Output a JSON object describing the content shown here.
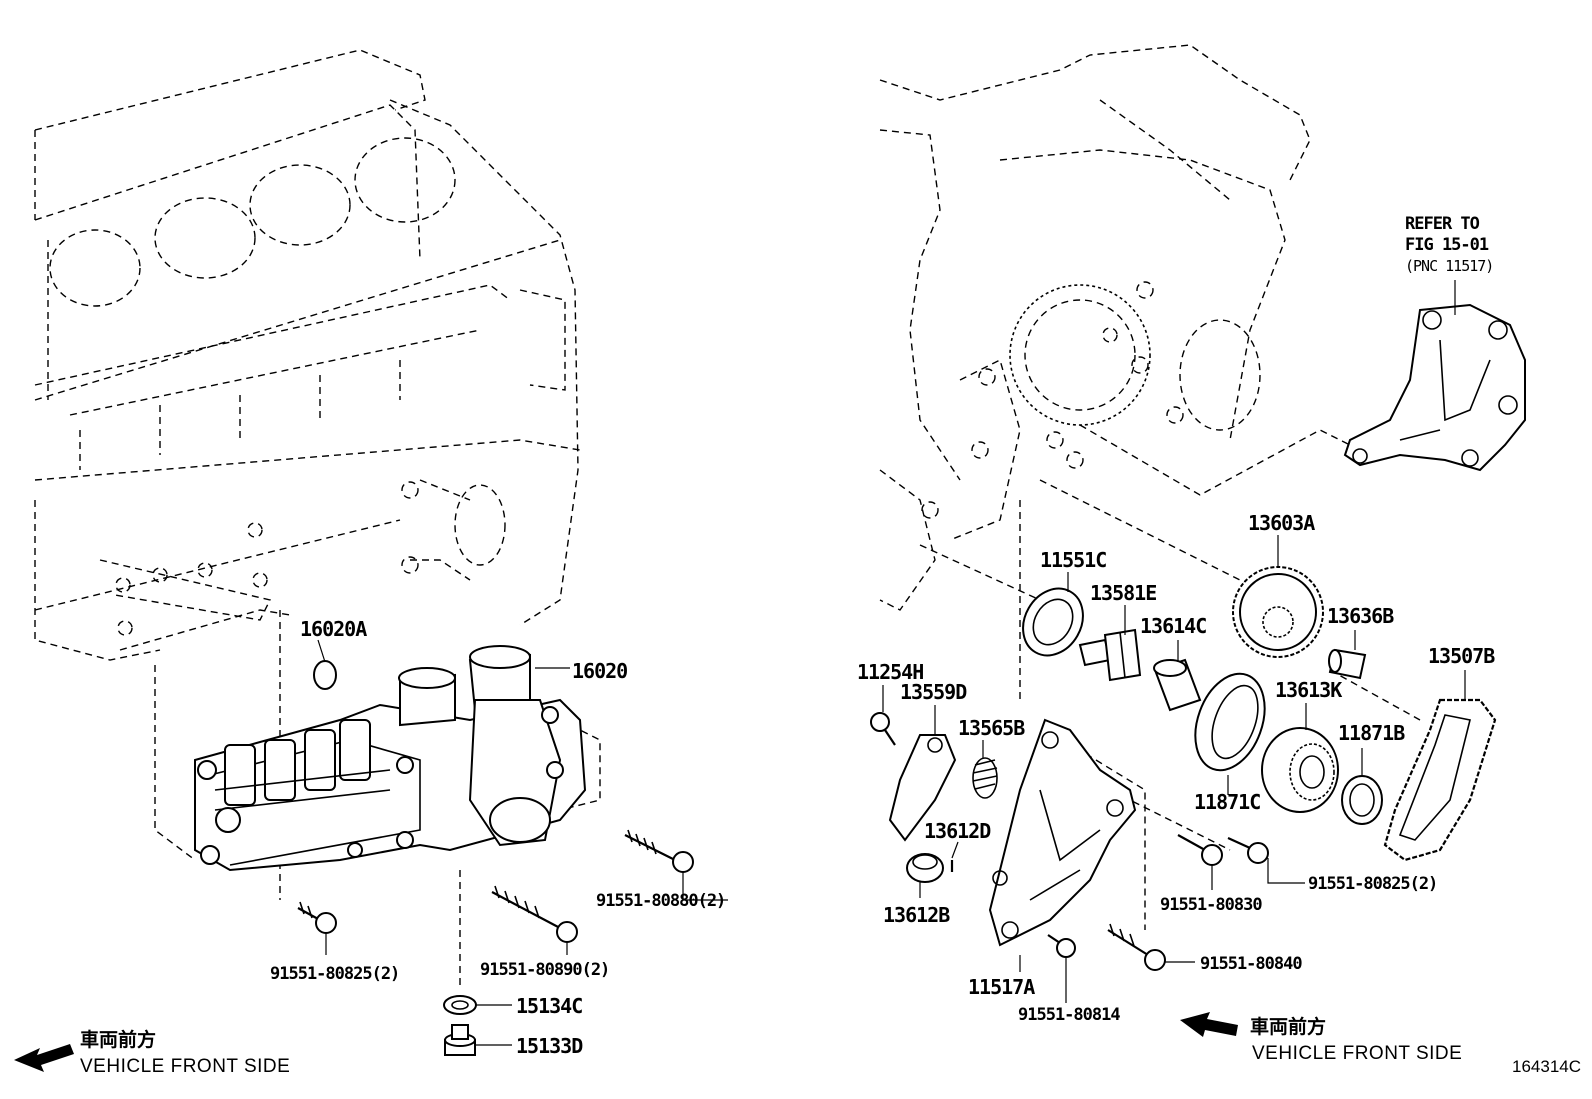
{
  "figure_id": "164314C",
  "refer_note": {
    "line1": "REFER TO",
    "line2": "FIG 15-01",
    "line3": "(PNC 11517)"
  },
  "front_left": {
    "jp": "車両前方",
    "en": "VEHICLE FRONT SIDE"
  },
  "front_right": {
    "jp": "車両前方",
    "en": "VEHICLE FRONT SIDE"
  },
  "labels": {
    "p16020A": "16020A",
    "p16020": "16020",
    "p91551_80825_2_left": "91551-80825(2)",
    "p91551_80890_2": "91551-80890(2)",
    "p91551_80880_2": "91551-80880(2)",
    "p15134C": "15134C",
    "p15133D": "15133D",
    "p13603A": "13603A",
    "p11551C": "11551C",
    "p13581E": "13581E",
    "p13614C": "13614C",
    "p13636B": "13636B",
    "p13507B": "13507B",
    "p11254H": "11254H",
    "p13559D": "13559D",
    "p13565B": "13565B",
    "p13613K": "13613K",
    "p11871B": "11871B",
    "p11871C": "11871C",
    "p13612D": "13612D",
    "p13612B": "13612B",
    "p91551_80830": "91551-80830",
    "p91551_80825_2_right": "91551-80825(2)",
    "p91551_80840": "91551-80840",
    "p11517A": "11517A",
    "p91551_80814": "91551-80814"
  }
}
